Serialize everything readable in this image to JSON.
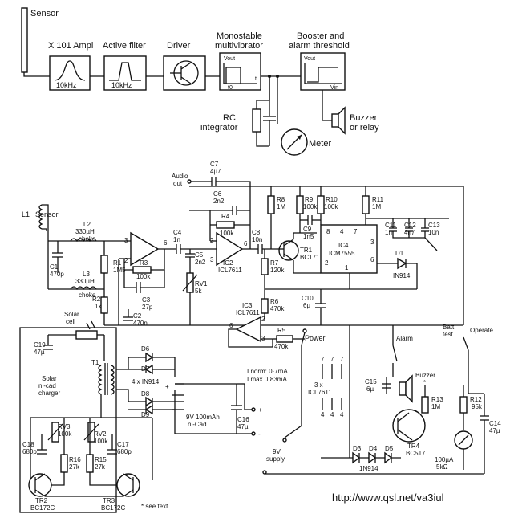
{
  "block_diagram": {
    "sensor": "Sensor",
    "ampl": "X 101 Ampl",
    "ampl_freq": "10kHz",
    "filter": "Active filter",
    "filter_freq": "10kHz",
    "driver": "Driver",
    "mono_line1": "Monostable",
    "mono_line2": "multivibrator",
    "mono_vout": "Vout",
    "mono_t0": "t0",
    "mono_t": "t",
    "booster_line1": "Booster and",
    "booster_line2": "alarm threshold",
    "booster_vout": "Vout",
    "booster_vin": "Vin",
    "rc_line1": "RC",
    "rc_line2": "integrator",
    "meter": "Meter",
    "buzzer_line1": "Buzzer",
    "buzzer_line2": "or relay"
  },
  "schematic": {
    "audio_out": [
      "Audio",
      "out"
    ],
    "l1": "L1",
    "sensor": "Sensor",
    "l2": [
      "L2",
      "330µH",
      "choke"
    ],
    "l3": [
      "L3",
      "330µH",
      "choke"
    ],
    "c1": [
      "C1",
      "470p"
    ],
    "r1": [
      "R1",
      "1M5"
    ],
    "r2": [
      "R2",
      "1k"
    ],
    "r3": [
      "R3",
      "100k"
    ],
    "c2": [
      "C2",
      "470n"
    ],
    "c3": [
      "C3",
      "27p"
    ],
    "c4": [
      "C4",
      "1n"
    ],
    "c5": [
      "C5",
      "2n2"
    ],
    "c6": [
      "C6",
      "2n2"
    ],
    "c7": [
      "C7",
      "4µ7"
    ],
    "r4": [
      "R4",
      "100k"
    ],
    "rv1": [
      "RV1",
      "5k"
    ],
    "ic2": [
      "IC2",
      "ICL7611"
    ],
    "c8": [
      "C8",
      "10n"
    ],
    "tr1": [
      "TR1",
      "BC171"
    ],
    "r7": [
      "R7",
      "120k"
    ],
    "r8": [
      "R8",
      "1M"
    ],
    "r9": [
      "R9",
      "100k"
    ],
    "r10": [
      "R10",
      "100k"
    ],
    "c9": [
      "C9",
      "1n5"
    ],
    "r11": [
      "R11",
      "1M"
    ],
    "ic4": [
      "IC4",
      "ICM7555"
    ],
    "ic4_pins": [
      "8",
      "4",
      "7",
      "3",
      "6",
      "2",
      "1"
    ],
    "c11": [
      "C11",
      "1n"
    ],
    "c12": [
      "C12",
      "4n7"
    ],
    "c13": [
      "C13",
      "10n"
    ],
    "d1": [
      "D1",
      "IN914"
    ],
    "ic3": [
      "IC3",
      "ICL7611"
    ],
    "r6": [
      "R6",
      "470k"
    ],
    "r5": [
      "R5",
      "470k"
    ],
    "c10": [
      "C10",
      "6µ"
    ],
    "power": "Power",
    "batt_test": [
      "Batt",
      "test"
    ],
    "operate": "Operate",
    "alarm": "Alarm",
    "solar_cell": [
      "Solar",
      "cell"
    ],
    "c19": [
      "C19",
      "47µ"
    ],
    "t1": "T1",
    "solar_charger": [
      "Solar",
      "ni-cad",
      "charger"
    ],
    "d6_d9": [
      "D6",
      "D7",
      "4 x IN914",
      "D8",
      "D9"
    ],
    "battery": [
      "9V 100mAh",
      "ni-Cad"
    ],
    "c16": [
      "C16",
      "47µ"
    ],
    "current_norm": "I norm: 0·7mA",
    "current_max": "I max 0·83mA",
    "ic_count": [
      "3 x",
      "ICL7611"
    ],
    "ic_pins_top": [
      "7",
      "7",
      "7"
    ],
    "ic_pins_bottom": [
      "4",
      "4",
      "4"
    ],
    "supply": [
      "9V",
      "supply"
    ],
    "rv3": [
      "RV3",
      "100k"
    ],
    "rv2": [
      "RV2",
      "100k"
    ],
    "c18": [
      "C18",
      "680p"
    ],
    "c17": [
      "C17",
      "680p"
    ],
    "r16": [
      "R16",
      "27k"
    ],
    "r15": [
      "R15",
      "27k"
    ],
    "tr2": [
      "TR2",
      "BC172C"
    ],
    "tr3": [
      "TR3",
      "BC172C"
    ],
    "see_text": "* see text",
    "c15": [
      "C15",
      "6µ"
    ],
    "buzzer": [
      "Buzzer",
      "*"
    ],
    "r13": [
      "R13",
      "1M"
    ],
    "r12": [
      "R12",
      "95k"
    ],
    "c14": [
      "C14",
      "47µ"
    ],
    "tr4": [
      "TR4",
      "BC517"
    ],
    "d3_d5": [
      "D3",
      "D4",
      "D5",
      "1N914"
    ],
    "meter": [
      "100µA",
      "5kΩ"
    ],
    "plus": "+",
    "minus": "-"
  },
  "footer_url": "http://www.qsl.net/va3iul"
}
